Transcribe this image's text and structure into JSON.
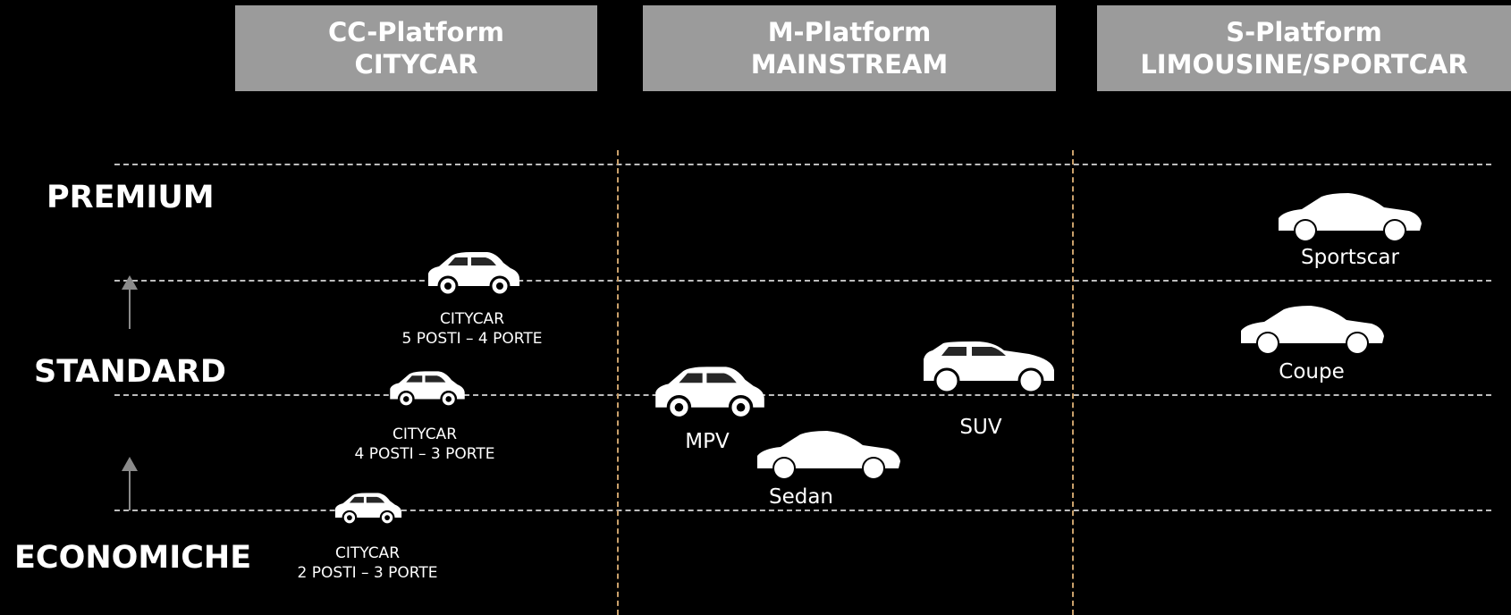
{
  "platforms": [
    {
      "name": "CC-Platform",
      "segment": "CITYCAR"
    },
    {
      "name": "M-Platform",
      "segment": "MAINSTREAM"
    },
    {
      "name": "S-Platform",
      "segment": "LIMOUSINE/SPORTCAR"
    }
  ],
  "tiers": {
    "premium": "PREMIUM",
    "standard": "STANDARD",
    "economy": "ECONOMICHE"
  },
  "vehicles": {
    "citycar_5p": {
      "line1": "CITYCAR",
      "line2": "5 POSTI – 4 PORTE"
    },
    "citycar_4p": {
      "line1": "CITYCAR",
      "line2": "4 POSTI – 3 PORTE"
    },
    "citycar_2p": {
      "line1": "CITYCAR",
      "line2": "2 POSTI – 3 PORTE"
    },
    "mpv": "MPV",
    "sedan": "Sedan",
    "suv": "SUV",
    "sportscar": "Sportscar",
    "coupe": "Coupe"
  },
  "colors": {
    "background": "#000000",
    "header_fill": "#9b9b9b",
    "grid_line": "#bdbdbd",
    "column_divider": "#c9a06b",
    "vehicle": "#ffffff"
  }
}
